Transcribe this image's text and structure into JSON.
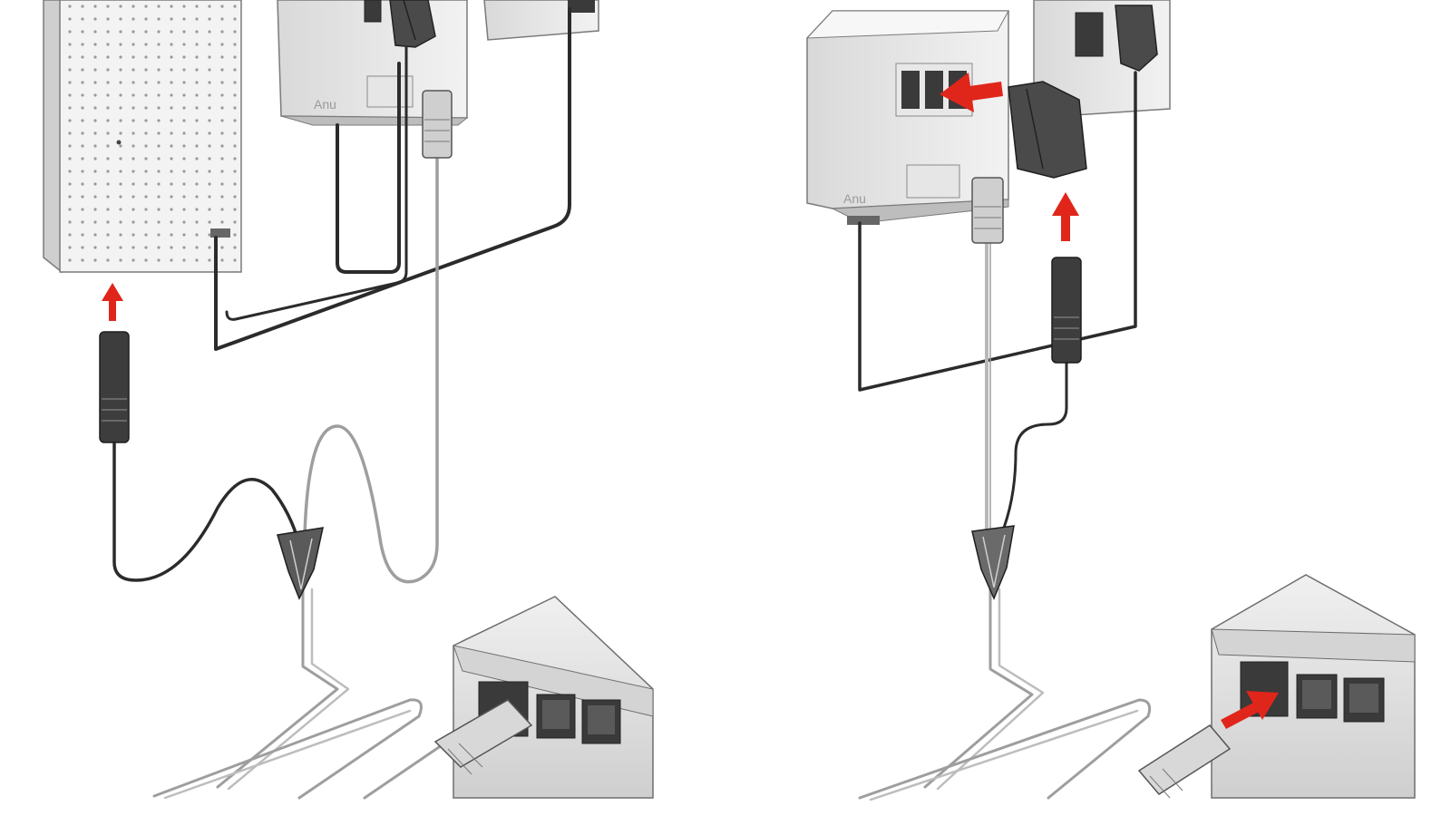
{
  "figure": {
    "panels": [
      {
        "id": "left",
        "devices": [
          "splitter-box",
          "tae-wall-socket",
          "secondary-socket",
          "router-device",
          "dsl-cable",
          "y-cable"
        ],
        "device_labels": {
          "splitter": "Anu",
          "tae_socket": "",
          "y_cable": ""
        }
      },
      {
        "id": "right",
        "devices": [
          "splitter-box",
          "wall-socket",
          "tae-plug",
          "router-device",
          "y-cable"
        ],
        "device_labels": {
          "splitter": "Anu",
          "splitter_ports": ""
        }
      }
    ],
    "colors": {
      "arrow": "#e0261b",
      "cable_dark": "#2b2b2b",
      "cable_light": "#9e9e9e",
      "device_fill": "#ededed",
      "device_stroke": "#6e6e6e",
      "port_fill": "#3a3a3a"
    },
    "icons": [
      "red-arrow-up",
      "red-arrow-left",
      "red-arrow-diagonal"
    ]
  }
}
